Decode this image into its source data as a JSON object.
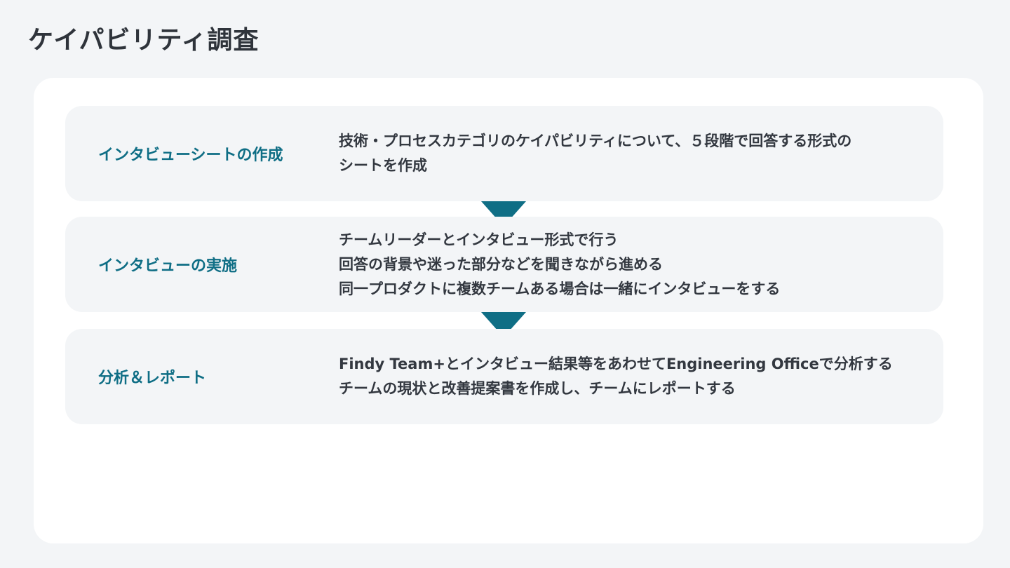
{
  "page": {
    "title": "ケイパビリティ調査"
  },
  "steps": [
    {
      "title": "インタビューシートの作成",
      "lines": [
        "技術・プロセスカテゴリのケイパビリティについて、５段階で回答する形式の",
        "シートを作成"
      ]
    },
    {
      "title": "インタビューの実施",
      "lines": [
        "チームリーダーとインタビュー形式で行う",
        "回答の背景や迷った部分などを聞きながら進める",
        "同一プロダクトに複数チームある場合は一緒にインタビューをする"
      ]
    },
    {
      "title": "分析＆レポート",
      "lines": [
        "Findy Team+とインタビュー結果等をあわせてEngineering Officeで分析する",
        "チームの現状と改善提案書を作成し、チームにレポートする"
      ]
    }
  ],
  "colors": {
    "accent": "#0f6e85",
    "background": "#f3f5f7",
    "card": "#ffffff",
    "text": "#333840"
  },
  "icons": {
    "flow_arrow": "down-triangle-arrow-icon"
  }
}
